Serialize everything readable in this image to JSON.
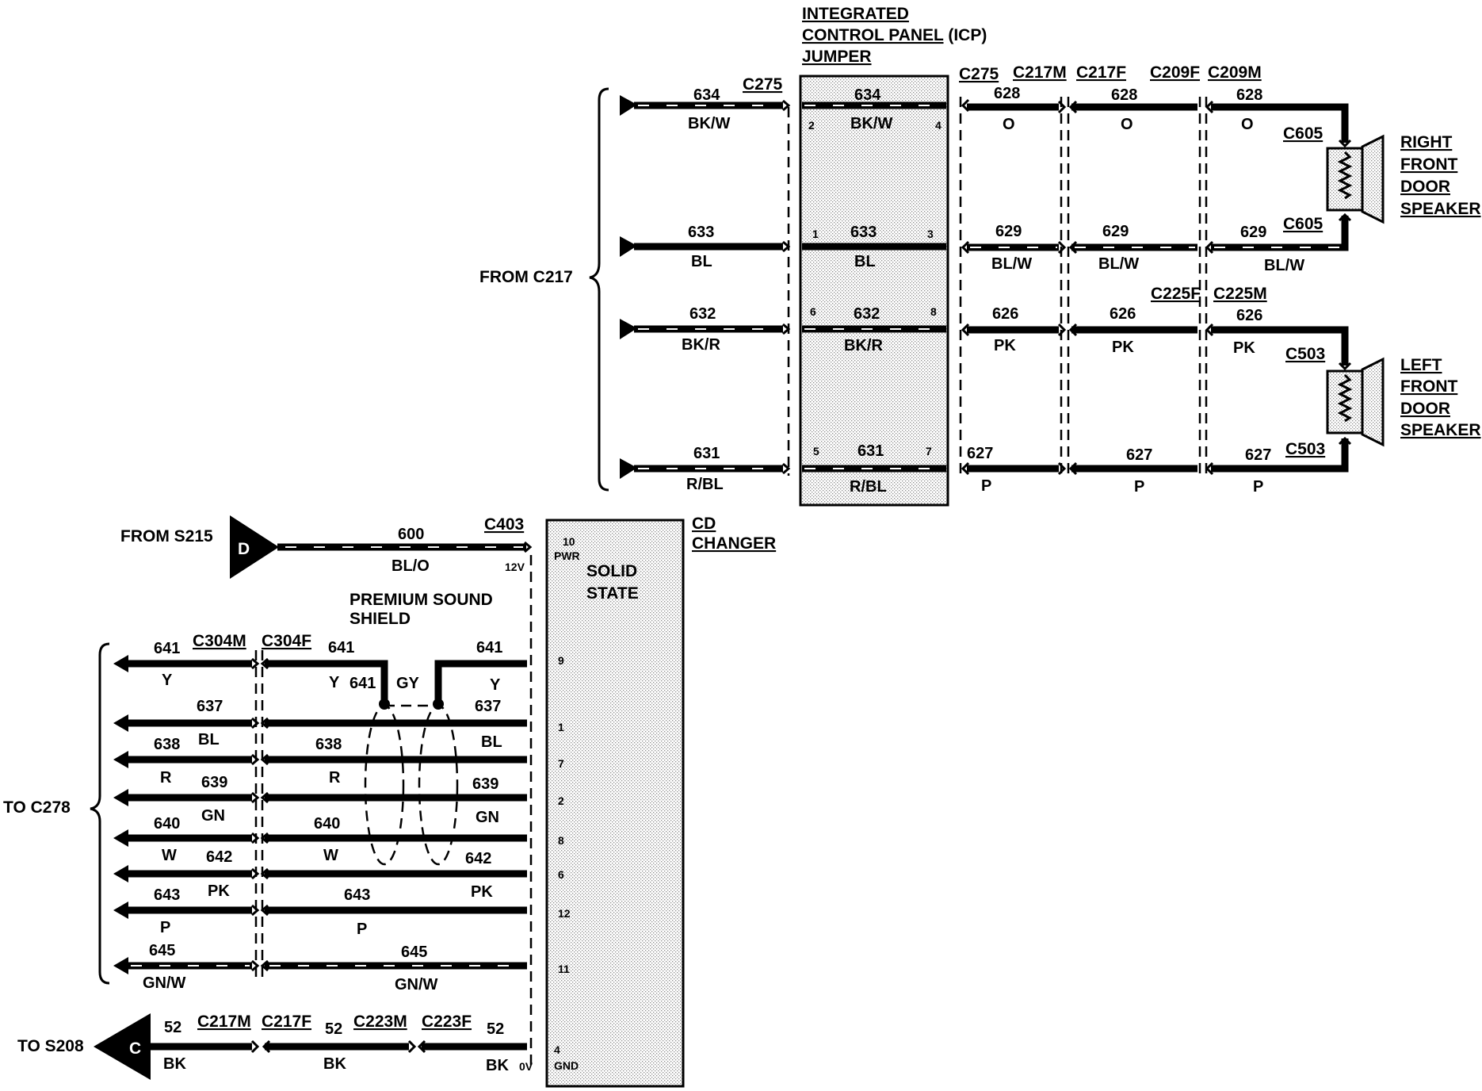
{
  "icp": {
    "title_line1": "INTEGRATED",
    "title_line2": "CONTROL PANEL",
    "title_suffix": "(ICP)",
    "title_line3": "JUMPER",
    "pins": [
      "2",
      "4",
      "1",
      "3",
      "6",
      "8",
      "5",
      "7"
    ]
  },
  "from_c217": "FROM C217",
  "connectors_top": {
    "c275_left": "C275",
    "c275_right": "C275",
    "c217m": "C217M",
    "c217f": "C217F",
    "c209f": "C209F",
    "c209m": "C209M",
    "c225f": "C225F",
    "c225m": "C225M",
    "c605_top": "C605",
    "c605_bottom": "C605",
    "c503_top": "C503",
    "c503_bottom": "C503"
  },
  "top_wires": [
    {
      "circuit": "634",
      "color": "BK/W"
    },
    {
      "circuit": "633",
      "color": "BL"
    },
    {
      "circuit": "632",
      "color": "BK/R"
    },
    {
      "circuit": "631",
      "color": "R/BL"
    }
  ],
  "right_wires": [
    {
      "circuit": "628",
      "color": "O"
    },
    {
      "circuit": "629",
      "color": "BL/W"
    },
    {
      "circuit": "626",
      "color": "PK"
    },
    {
      "circuit": "627",
      "color": "P"
    }
  ],
  "speakers": {
    "right": [
      "RIGHT",
      "FRONT",
      "DOOR",
      "SPEAKER"
    ],
    "left": [
      "LEFT",
      "FRONT",
      "DOOR",
      "SPEAKER"
    ]
  },
  "power": {
    "from": "FROM S215",
    "symbol": "D",
    "circuit": "600",
    "color": "BL/O",
    "connector": "C403",
    "voltage": "12V"
  },
  "cd_changer": {
    "title_line1": "CD",
    "title_line2": "CHANGER",
    "state_line1": "SOLID",
    "state_line2": "STATE",
    "pin_pwr": "10",
    "pwr_label": "PWR",
    "pins": [
      "9",
      "1",
      "7",
      "2",
      "8",
      "6",
      "12",
      "11"
    ],
    "pin_gnd": "4",
    "gnd_label": "GND"
  },
  "shield": {
    "line1": "PREMIUM SOUND",
    "line2": "SHIELD",
    "drain_circuit": "641",
    "drain_color": "GY"
  },
  "audio_connectors": {
    "c304m": "C304M",
    "c304f": "C304F"
  },
  "to_c278": "TO C278",
  "audio": [
    {
      "circuit": "641",
      "color": "Y"
    },
    {
      "circuit": "637",
      "color": "BL"
    },
    {
      "circuit": "638",
      "color": "R"
    },
    {
      "circuit": "639",
      "color": "GN"
    },
    {
      "circuit": "640",
      "color": "W"
    },
    {
      "circuit": "642",
      "color": "PK"
    },
    {
      "circuit": "643",
      "color": "P"
    },
    {
      "circuit": "645",
      "color": "GN/W"
    }
  ],
  "ground": {
    "to": "TO S208",
    "symbol": "C",
    "circuit": "52",
    "color": "BK",
    "voltage": "0V",
    "c217m": "C217M",
    "c217f": "C217F",
    "c223m": "C223M",
    "c223f": "C223F"
  }
}
